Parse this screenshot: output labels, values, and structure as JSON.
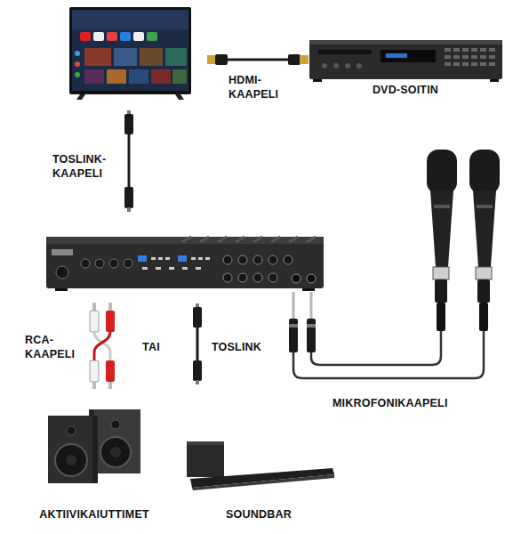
{
  "diagram": {
    "nodes": [
      {
        "text": [
          "DVD-SOITIN"
        ]
      },
      {
        "text": [
          "AKTIIVIKAIUTTIMET"
        ]
      },
      {
        "text": [
          "SOUNDBAR"
        ]
      }
    ],
    "labels": [
      "HDMI- KAAPELI",
      "TOSLINK- KAAPELI",
      "RCA- KAAPELI",
      "TAI",
      "TOSLINK",
      "MIKROFONIKAAPELI"
    ]
  }
}
